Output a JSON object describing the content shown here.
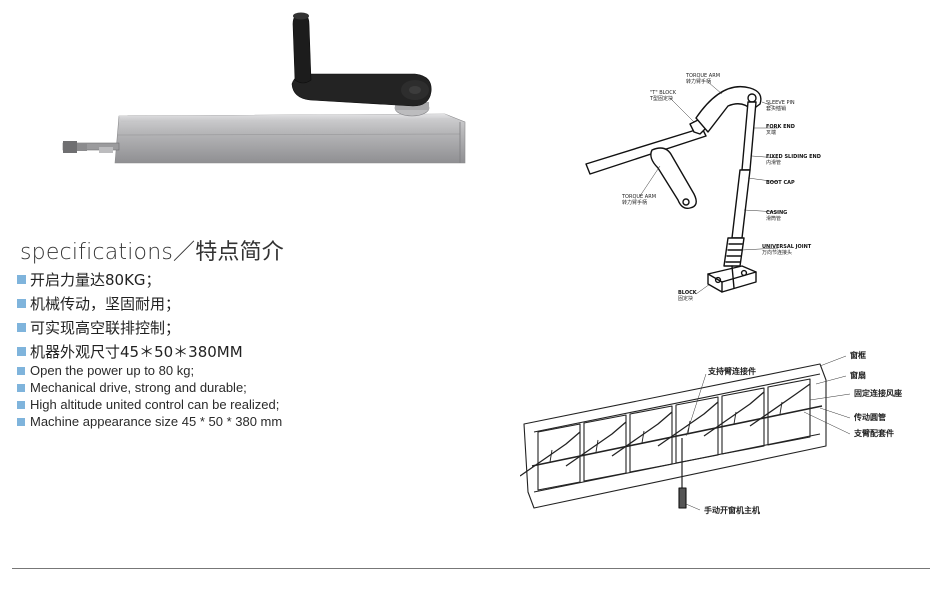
{
  "heading": "specifications／特点简介",
  "features_zh": [
    "开启力量达80KG；",
    "机械传动，坚固耐用；",
    "可实现高空联排控制；",
    "机器外观尺寸45＊50＊380MM"
  ],
  "features_en": [
    "Open the power up to 80 kg;",
    "Mechanical drive, strong and durable;",
    "High altitude united control can be realized;",
    "Machine appearance size 45 * 50 * 380 mm"
  ],
  "detail_labels": {
    "torque_arm_top": "TORQUE ARM",
    "torque_arm_top_cn": "转力臂手柄",
    "t_block": "\"T\" BLOCK",
    "t_block_cn": "T型固定块",
    "sleeve_pin": "SLEEVE PIN",
    "sleeve_pin_cn": "套头插销",
    "fork_end": "FORK END",
    "fork_end_cn": "叉端",
    "fixed_sliding_end": "FIXED SLIDING END",
    "fixed_sliding_end_cn": "内滑管",
    "boot_cap": "BOOT CAP",
    "casing": "CASING",
    "casing_cn": "滑筒管",
    "torque_arm_left": "TORQUE ARM",
    "torque_arm_left_cn": "转力臂手柄",
    "universal_joint": "UNIVERSAL JOINT",
    "universal_joint_cn": "万向节连接头",
    "block": "BLOCK",
    "block_cn": "固定块"
  },
  "install_labels": {
    "support_arm": "支持臂连接件",
    "window_frame": "窗框",
    "sash": "窗扇",
    "fixed_connector": "固定连接风座",
    "drive_tube": "传动圆管",
    "fittings": "支臂配套件",
    "manual_opener": "手动开窗机主机"
  },
  "colors": {
    "bullet": "#7fb4dc",
    "handle": "#1e1e1e",
    "body": "#a9a9ab"
  }
}
